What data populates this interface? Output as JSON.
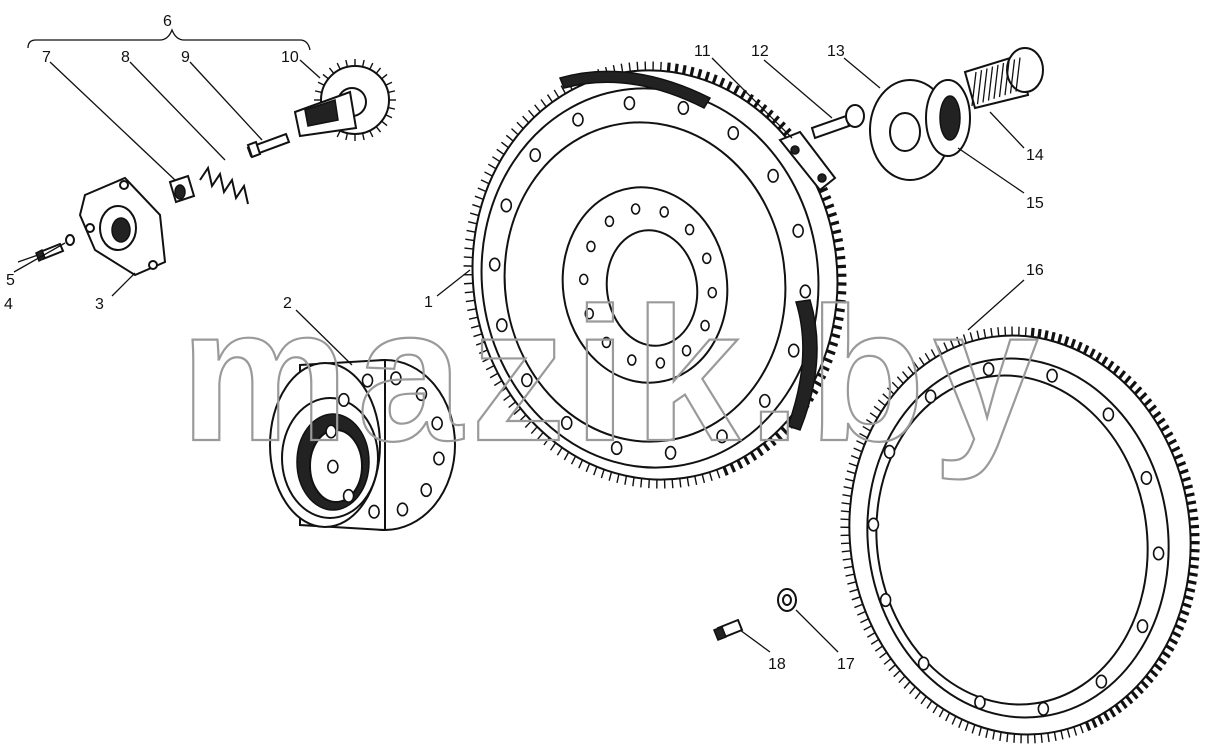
{
  "watermark": "mazik.by",
  "callouts": [
    {
      "id": "c1",
      "label": "1"
    },
    {
      "id": "c2",
      "label": "2"
    },
    {
      "id": "c3",
      "label": "3"
    },
    {
      "id": "c4",
      "label": "4"
    },
    {
      "id": "c5",
      "label": "5"
    },
    {
      "id": "c6",
      "label": "6"
    },
    {
      "id": "c7",
      "label": "7"
    },
    {
      "id": "c8",
      "label": "8"
    },
    {
      "id": "c9",
      "label": "9"
    },
    {
      "id": "c10",
      "label": "10"
    },
    {
      "id": "c11",
      "label": "11"
    },
    {
      "id": "c12",
      "label": "12"
    },
    {
      "id": "c13",
      "label": "13"
    },
    {
      "id": "c14",
      "label": "14"
    },
    {
      "id": "c15",
      "label": "15"
    },
    {
      "id": "c16",
      "label": "16"
    },
    {
      "id": "c17",
      "label": "17"
    },
    {
      "id": "c18",
      "label": "18"
    }
  ]
}
